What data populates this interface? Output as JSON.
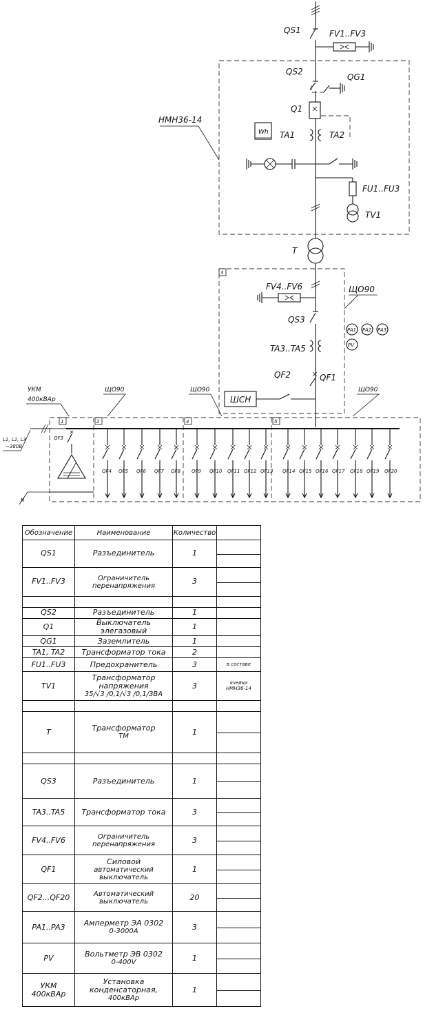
{
  "diagram": {
    "labels": {
      "qs1": "QS1",
      "fv1": "FV1..FV3",
      "qs2": "QS2",
      "qg1": "QG1",
      "q1": "Q1",
      "hmh": "НМН36-14",
      "wh": "Wh",
      "ta1": "TA1",
      "ta2": "TA2",
      "fu": "FU1..FU3",
      "tv1": "TV1",
      "t": "T",
      "fv4": "FV4..FV6",
      "shch1": "ЩО90",
      "qs3": "QS3",
      "pa1": "PA1",
      "pa2": "PA2",
      "pa3": "PA3",
      "pv": "PV",
      "ta3": "TA3..TA5",
      "qf2": "QF2",
      "qf1": "QF1",
      "shsn": "ШСН",
      "ukm": "УКМ",
      "ukm_power": "400кВАр",
      "shch2": "ЩО90",
      "shch3": "ЩО90",
      "shch4": "ЩО90",
      "lines": "L1, L2, L3",
      "voltage": "~380В",
      "qf3": "QF3",
      "n": "N",
      "cell1": "1",
      "cell2": "2",
      "cell3": "3",
      "cell4": "4",
      "cell5": "5"
    },
    "breakers": [
      "QF4",
      "QF5",
      "QF6",
      "QF7",
      "QF8",
      "QF9",
      "QF10",
      "QF11",
      "QF12",
      "QF13",
      "QF14",
      "QF15",
      "QF16",
      "QF17",
      "QF18",
      "QF19",
      "QF20"
    ]
  },
  "table": {
    "headers": [
      "Обозначение",
      "Наименование",
      "Количество",
      ""
    ],
    "rows": [
      {
        "d": "QS1",
        "n": "Разъединитель",
        "q": "1"
      },
      {
        "d": "FV1..FV3",
        "n": "Ограничитель перенапряжения",
        "q": "3"
      },
      {
        "d": "",
        "n": "",
        "q": ""
      },
      {
        "d": "QS2",
        "n": "Разъединитель",
        "q": "1"
      },
      {
        "d": "Q1",
        "n": "Выключатель элегазовый",
        "q": "1"
      },
      {
        "d": "QG1",
        "n": "Заземлитель",
        "q": "1"
      },
      {
        "d": "TA1, TA2",
        "n": "Трансформатор тока",
        "q": "2"
      },
      {
        "d": "FU1..FU3",
        "n": "Предохранитель",
        "q": "3",
        "note": "в составе"
      },
      {
        "d": "TV1",
        "n": "Трансформатор напряжения",
        "n2": "35/√3 /0,1/√3 /0,1/3ВА",
        "q": "3",
        "note": "ячейки",
        "note2": "НМН36-14"
      },
      {
        "d": "",
        "n": "",
        "q": ""
      },
      {
        "d": "T",
        "n": "Трансформатор",
        "n2": "ТМ",
        "q": "1"
      },
      {
        "d": "",
        "n": "",
        "q": ""
      },
      {
        "d": "QS3",
        "n": "Разъединитель",
        "q": "1"
      },
      {
        "d": "TA3..TA5",
        "n": "Трансформатор тока",
        "q": "3"
      },
      {
        "d": "FV4..FV6",
        "n": "Ограничитель перенапряжения",
        "q": "3"
      },
      {
        "d": "QF1",
        "n": "Силовой",
        "n2": "автоматический выключатель",
        "q": "1"
      },
      {
        "d": "QF2...QF20",
        "n": "Автоматический выключатель",
        "q": "20"
      },
      {
        "d": "PA1..PA3",
        "n": "Амперметр ЭА 0302",
        "n2": "0-3000А",
        "q": "3"
      },
      {
        "d": "PV",
        "n": "Вольтметр ЭВ 0302",
        "n2": "0-400V",
        "q": "1"
      },
      {
        "d": "УКМ 400кВАр",
        "n": "Установка конденсаторная,",
        "n2": "400кВАр",
        "q": "1"
      }
    ]
  }
}
